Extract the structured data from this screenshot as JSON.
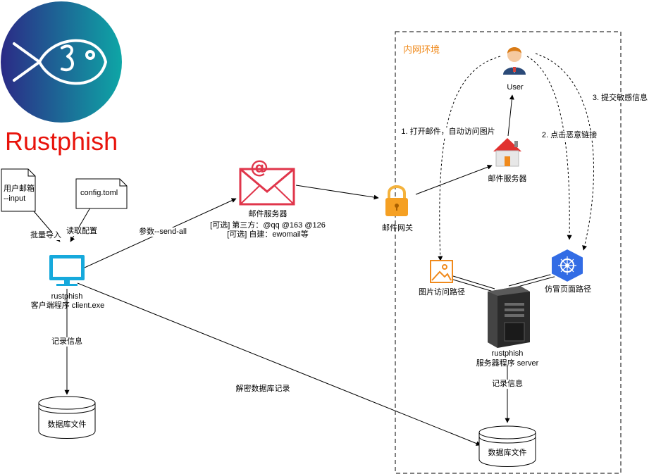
{
  "brand": {
    "title": "Rustphish",
    "colors": {
      "title": "#e8130b",
      "logo_start": "#2b2a86",
      "logo_end": "#0ea6a6"
    }
  },
  "notes": {
    "input_file": "用户邮箱\n--input",
    "config_file": "config.toml"
  },
  "client": {
    "name": "rustphish",
    "subtitle": "客户端程序 client.exe"
  },
  "mail_server_external": {
    "title": "邮件服务器",
    "line1": "[可选] 第三方：@qq @163 @126",
    "line2": "[可选] 自建：ewomail等"
  },
  "gateway": {
    "label": "邮件网关"
  },
  "intranet": {
    "label": "内网环境",
    "colors": {
      "label": "#f08a1c"
    },
    "user": "User",
    "mail_server": "邮件服务器",
    "image_path": "图片访问路径",
    "phish_page": "仿冒页面路径",
    "server_name": "rustphish",
    "server_subtitle": "服务器程序 server"
  },
  "databases": {
    "client_db": "数据库文件",
    "server_db": "数据库文件"
  },
  "edges": {
    "batch_import": "批量导入",
    "read_config": "读取配置",
    "send_all": "参数--send-all",
    "record_client": "记录信息",
    "decrypt": "解密数据库记录",
    "record_server": "记录信息",
    "open_mail": "1. 打开邮件，自动访问图片",
    "click_link": "2. 点击恶意链接",
    "submit_info": "3. 提交敏感信息"
  }
}
